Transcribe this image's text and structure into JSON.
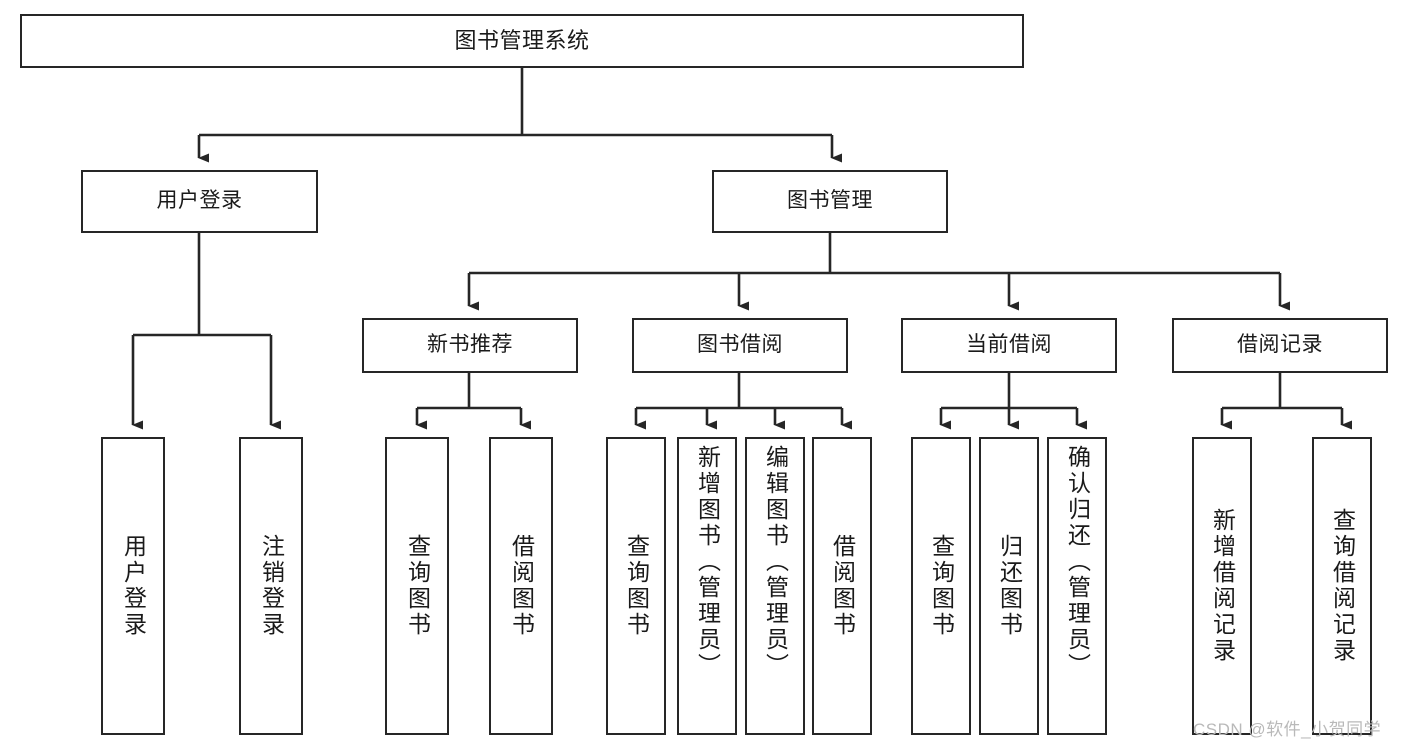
{
  "diagram": {
    "title": "图书管理系统",
    "type": "hierarchy-tree",
    "orientation": "top-down",
    "colors": {
      "box_border": "#262626",
      "box_fill": "#ffffff",
      "connector": "#262626",
      "text": "#1a1a1a",
      "watermark": "#b9b9b9",
      "background": "#ffffff"
    },
    "levels": 4
  },
  "watermark": {
    "text": "CSDN @软件_小贺同学"
  },
  "nodes": {
    "root": {
      "label": "图书管理系统",
      "level": 0
    },
    "l1": [
      {
        "id": "user-login",
        "label": "用户登录",
        "level": 1
      },
      {
        "id": "book-manage",
        "label": "图书管理",
        "level": 1
      }
    ],
    "l2": [
      {
        "id": "new-book-rec",
        "label": "新书推荐",
        "level": 2,
        "parent": "book-manage"
      },
      {
        "id": "book-borrow",
        "label": "图书借阅",
        "level": 2,
        "parent": "book-manage"
      },
      {
        "id": "current-borrow",
        "label": "当前借阅",
        "level": 2,
        "parent": "book-manage"
      },
      {
        "id": "borrow-record",
        "label": "借阅记录",
        "level": 2,
        "parent": "book-manage"
      }
    ],
    "leaves": [
      {
        "id": "leaf-user-login",
        "label": "用户登录",
        "parent": "user-login"
      },
      {
        "id": "leaf-user-logout",
        "label": "注销登录",
        "parent": "user-login"
      },
      {
        "id": "leaf-rec-query-book",
        "label": "查询图书",
        "parent": "new-book-rec"
      },
      {
        "id": "leaf-rec-borrow-book",
        "label": "借阅图书",
        "parent": "new-book-rec"
      },
      {
        "id": "leaf-borrow-query-book",
        "label": "查询图书",
        "parent": "book-borrow"
      },
      {
        "id": "leaf-borrow-add-book",
        "label": "新增图书（管理员）",
        "parent": "book-borrow"
      },
      {
        "id": "leaf-borrow-edit-book",
        "label": "编辑图书（管理员）",
        "parent": "book-borrow"
      },
      {
        "id": "leaf-borrow-borrow-book",
        "label": "借阅图书",
        "parent": "book-borrow"
      },
      {
        "id": "leaf-cur-query-book",
        "label": "查询图书",
        "parent": "current-borrow"
      },
      {
        "id": "leaf-cur-return-book",
        "label": "归还图书",
        "parent": "current-borrow"
      },
      {
        "id": "leaf-cur-confirm-return",
        "label": "确认归还（管理员）",
        "parent": "current-borrow"
      },
      {
        "id": "leaf-rec-add-record",
        "label": "新增借阅记录",
        "parent": "borrow-record"
      },
      {
        "id": "leaf-rec-query-record",
        "label": "查询借阅记录",
        "parent": "borrow-record"
      }
    ]
  }
}
